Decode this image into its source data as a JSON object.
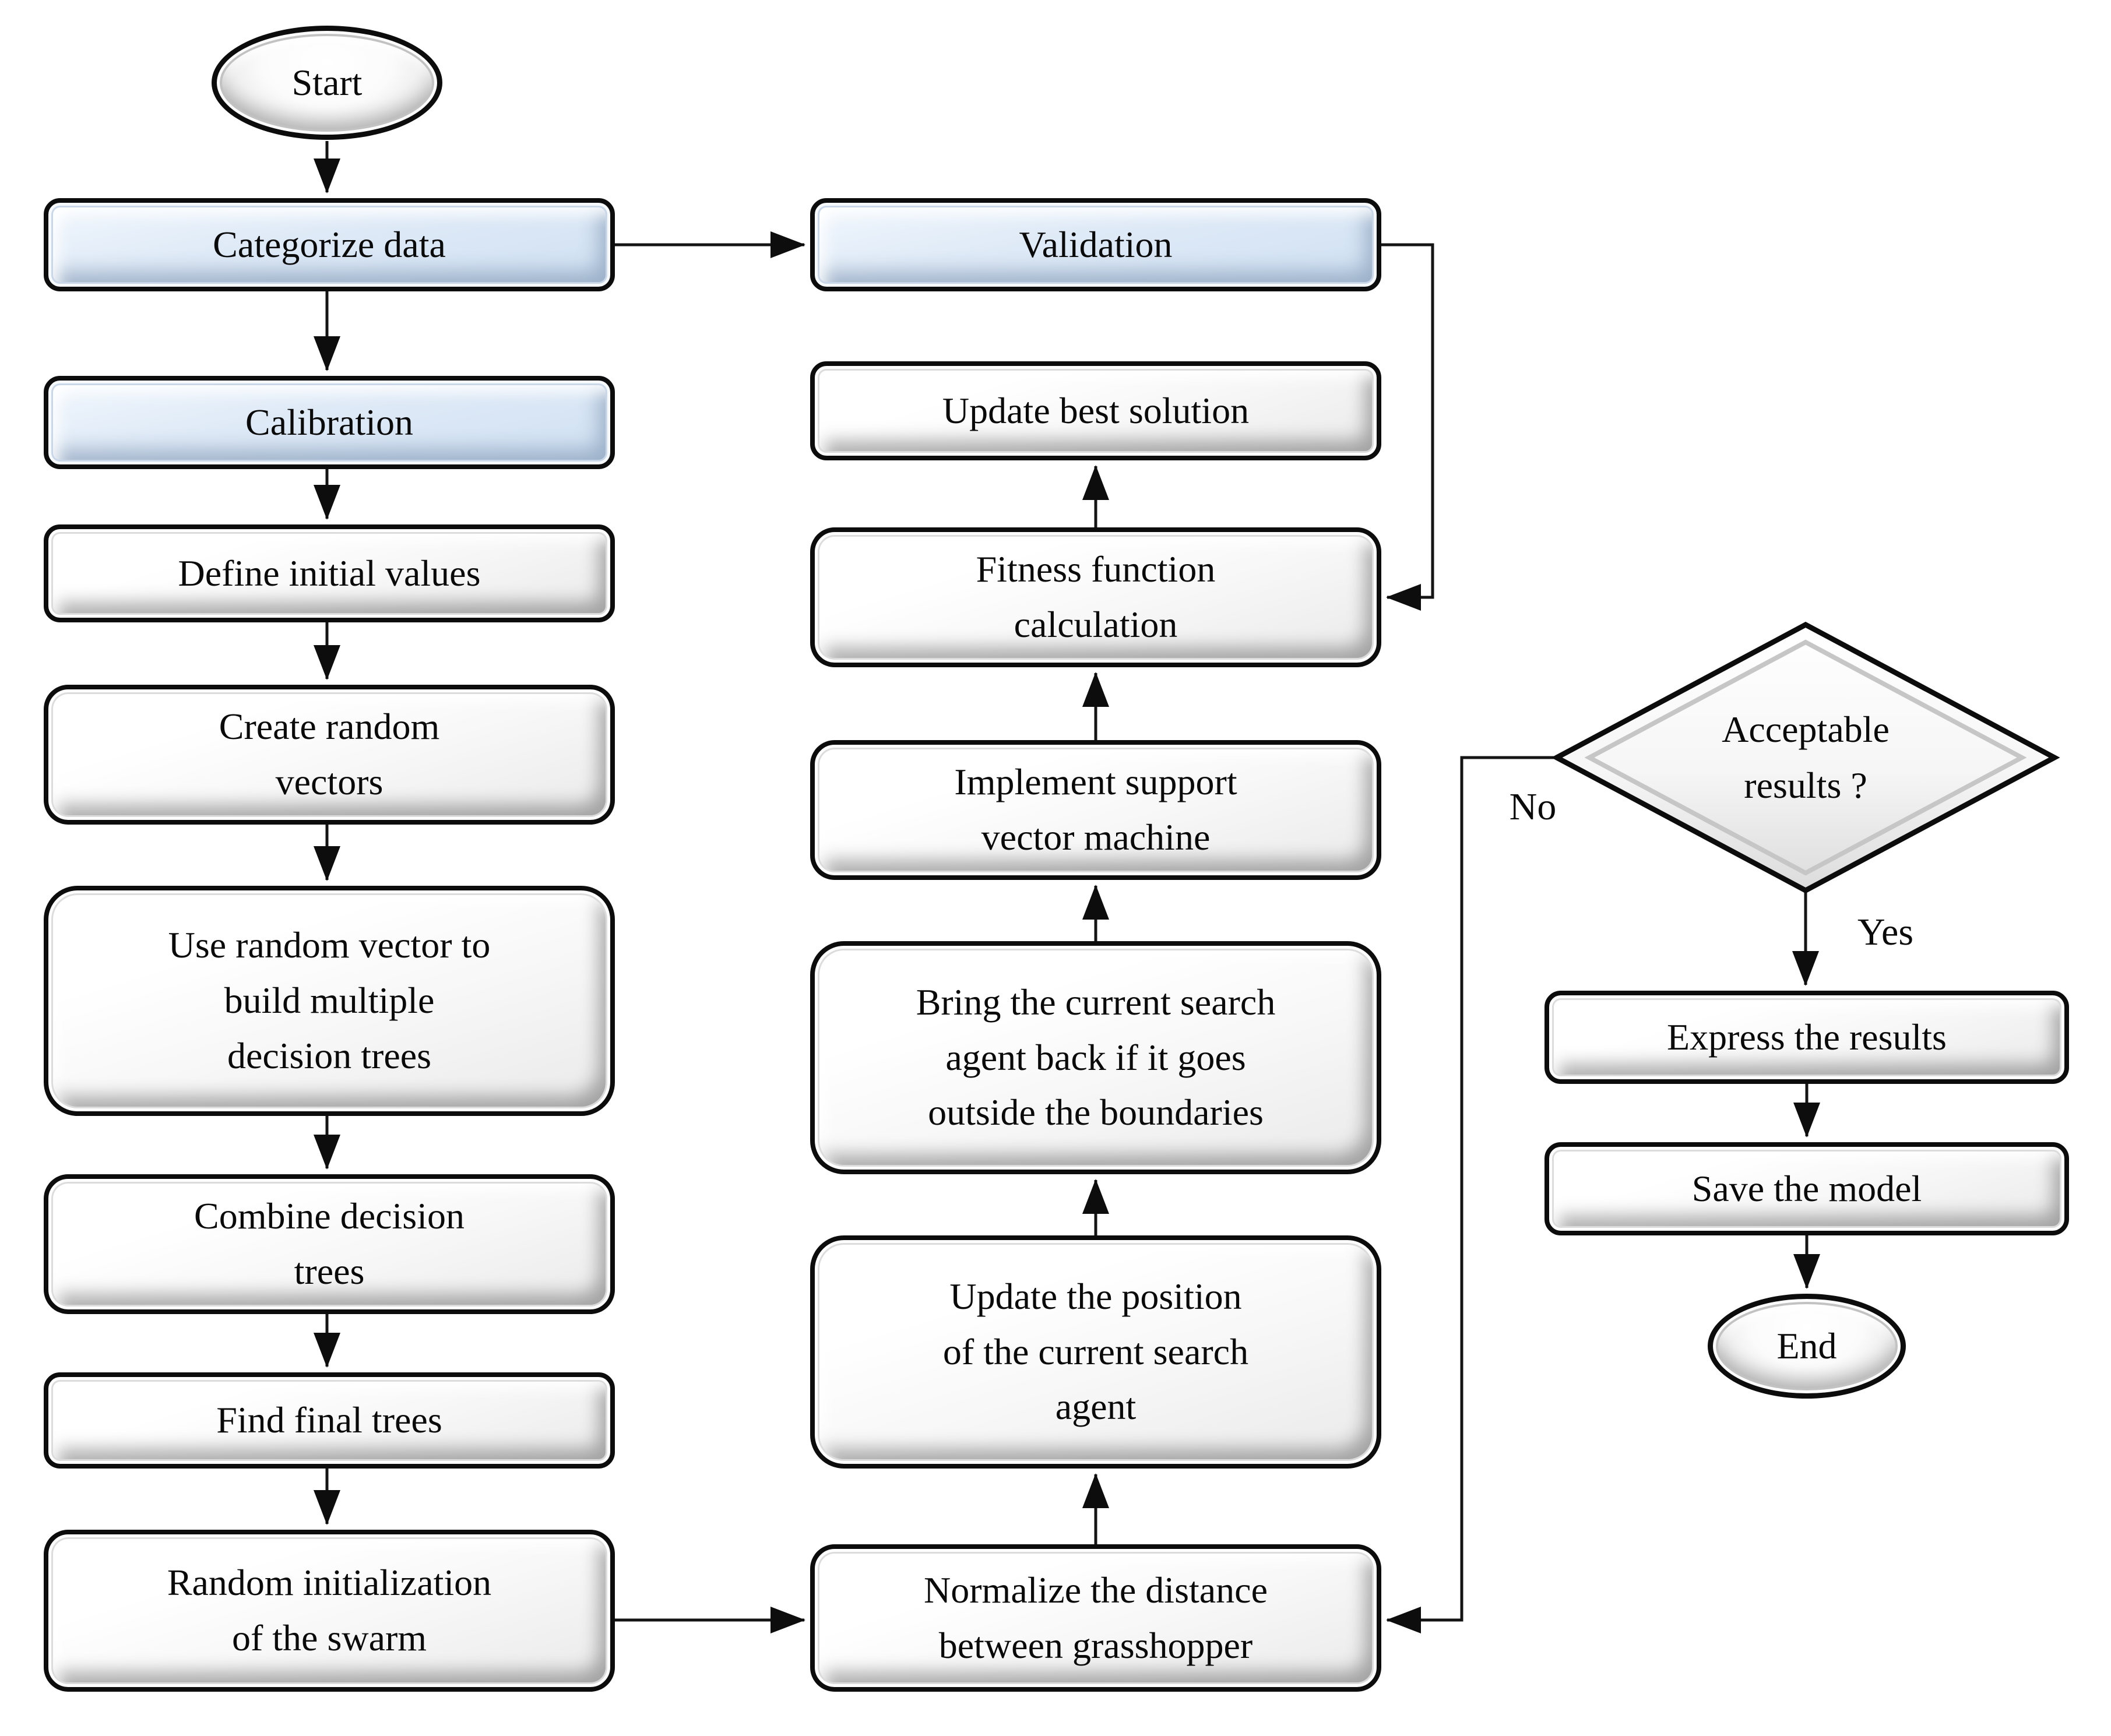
{
  "colors": {
    "background": "#ffffff",
    "border": "#0c0c0c",
    "connector": "#141414",
    "process_fill_white": "#ffffff",
    "process_fill_blue": "#dce9f6",
    "bevel_shadow_gray": "#c9c9c9"
  },
  "nodes": {
    "start": {
      "label": "Start",
      "shape": "terminator"
    },
    "categorize_data": {
      "label": "Categorize data",
      "shape": "process-blue"
    },
    "calibration": {
      "label": "Calibration",
      "shape": "process-blue"
    },
    "define_initial_values": {
      "label": "Define initial values",
      "shape": "process"
    },
    "create_random_vectors": {
      "label": "Create random\nvectors",
      "shape": "process"
    },
    "use_random_vector": {
      "label": "Use random vector to\nbuild multiple\ndecision trees",
      "shape": "process"
    },
    "combine_decision_trees": {
      "label": "Combine decision\ntrees",
      "shape": "process"
    },
    "find_final_trees": {
      "label": "Find final trees",
      "shape": "process"
    },
    "random_initialization": {
      "label": "Random initialization\nof the swarm",
      "shape": "process"
    },
    "validation": {
      "label": "Validation",
      "shape": "process-blue"
    },
    "update_best_solution": {
      "label": "Update best solution",
      "shape": "process"
    },
    "fitness_function": {
      "label": "Fitness function\ncalculation",
      "shape": "process"
    },
    "implement_svm": {
      "label": "Implement support\nvector machine",
      "shape": "process"
    },
    "bring_back_agent": {
      "label": "Bring the current search\nagent back if it goes\noutside the boundaries",
      "shape": "process"
    },
    "update_position": {
      "label": "Update the position\nof the current search\nagent",
      "shape": "process"
    },
    "normalize_distance": {
      "label": "Normalize the distance\nbetween grasshopper",
      "shape": "process"
    },
    "acceptable_results": {
      "label": "Acceptable\nresults ?",
      "shape": "decision"
    },
    "express_results": {
      "label": "Express the results",
      "shape": "process"
    },
    "save_model": {
      "label": "Save the model",
      "shape": "process"
    },
    "end": {
      "label": "End",
      "shape": "terminator"
    }
  },
  "edge_labels": {
    "no": "No",
    "yes": "Yes"
  }
}
